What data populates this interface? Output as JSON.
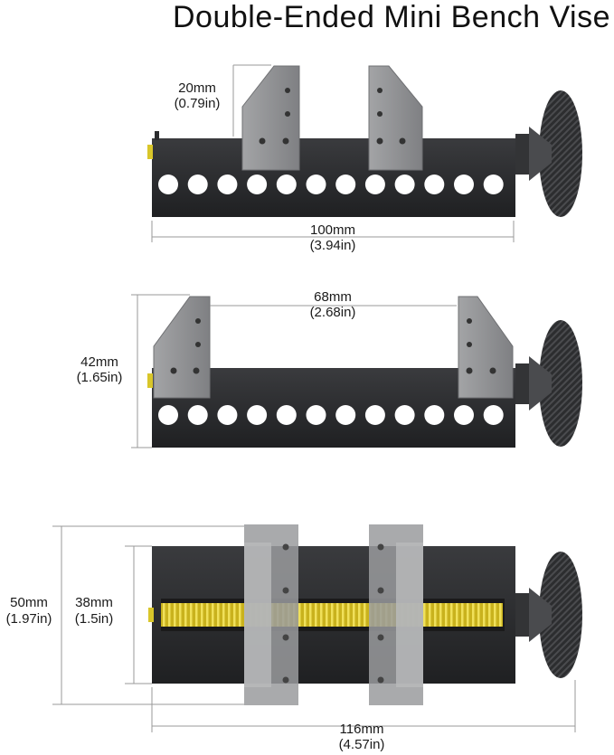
{
  "title": "Double-Ended Mini Bench Vise",
  "views": {
    "front": {
      "jaw_height": {
        "mm": "20mm",
        "inch": "(0.79in)"
      },
      "base_length": {
        "mm": "100mm",
        "inch": "(3.94in)"
      }
    },
    "open": {
      "jaw_opening": {
        "mm": "68mm",
        "inch": "(2.68in)"
      },
      "total_height": {
        "mm": "42mm",
        "inch": "(1.65in)"
      }
    },
    "top": {
      "overall_width": {
        "mm": "50mm",
        "inch": "(1.97in)"
      },
      "base_width": {
        "mm": "38mm",
        "inch": "(1.5in)"
      },
      "overall_length": {
        "mm": "116mm",
        "inch": "(4.57in)"
      }
    }
  },
  "colors": {
    "body": "#2b2c2e",
    "jaw": "#8f9092",
    "screw": "#d9c62a",
    "knob": "#3a3b3d"
  }
}
